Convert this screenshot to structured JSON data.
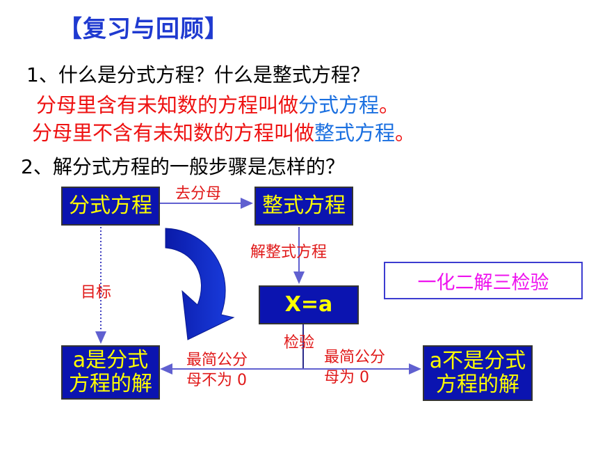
{
  "title": "【复习与回顾】",
  "q1": "1、什么是分式方程？什么是整式方程？",
  "answer1": {
    "prefix": "分母里含有未知数的方程叫做",
    "term": "分式方程",
    "suffix": "。"
  },
  "answer2": {
    "prefix": "分母里不含有未知数的方程叫做",
    "term": "整式方程",
    "suffix": "。"
  },
  "q2": "2、解分式方程的一般步骤是怎样的？",
  "flow": {
    "box_fractional": "分式方程",
    "box_integral": "整式方程",
    "box_solution": "X=a",
    "box_is_root_l1": "a是分式",
    "box_is_root_l2": "方程的解",
    "box_not_root_l1": "a不是分式",
    "box_not_root_l2": "方程的解",
    "edge_clear_denom": "去分母",
    "edge_solve": "解整式方程",
    "edge_goal": "目标",
    "edge_check": "检验",
    "edge_nonzero_l1": "最简公分",
    "edge_nonzero_l2": "母不为 0",
    "edge_zero_l1": "最简公分",
    "edge_zero_l2": "母为 0"
  },
  "summary": "一化二解三检验",
  "colors": {
    "box_fill": "#0b14b0",
    "box_text": "#ffff00",
    "label_red": "#e01818",
    "accent_blue": "#1a6fe0",
    "summary_magenta": "#ee11ee"
  }
}
